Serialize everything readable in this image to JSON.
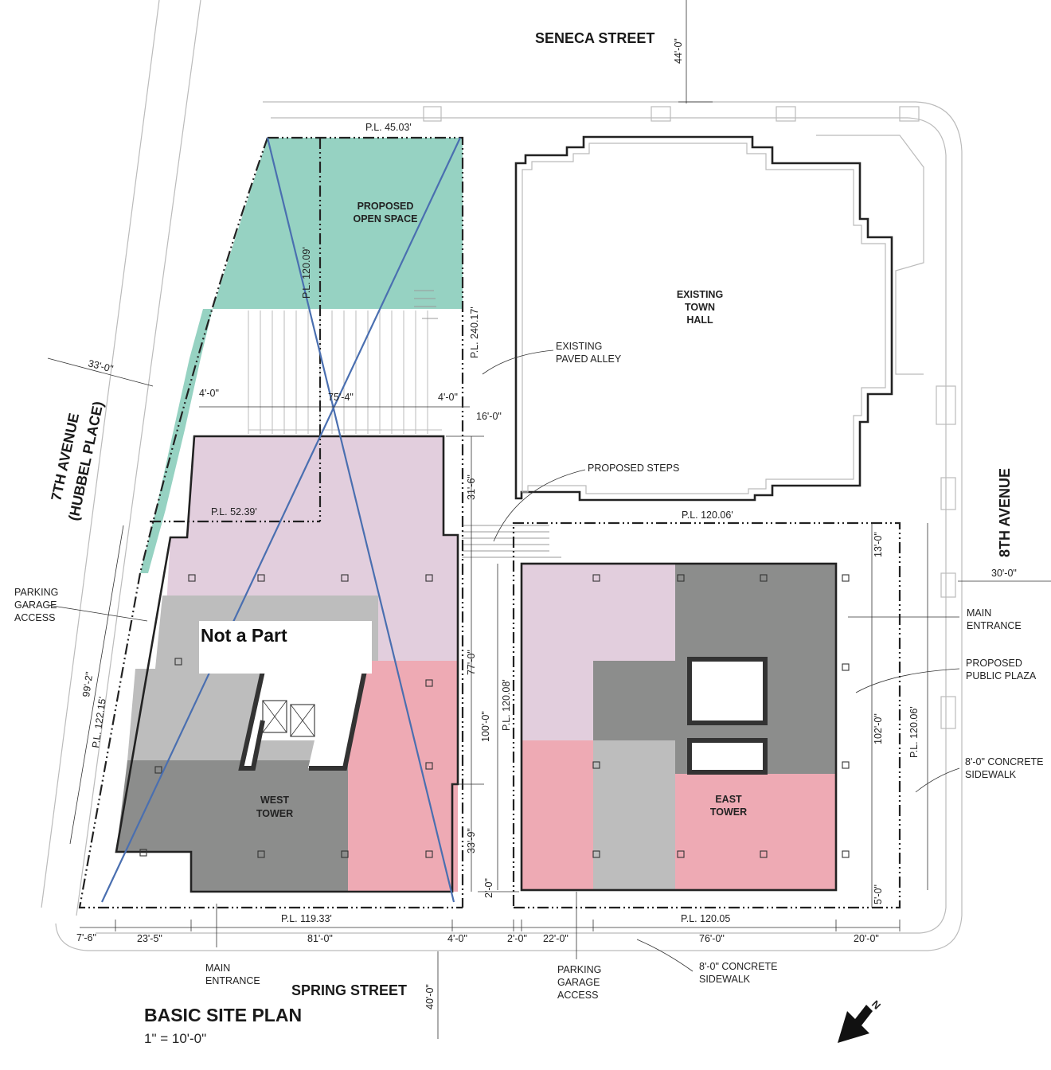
{
  "title": "BASIC SITE PLAN",
  "scale": "1\" = 10'-0\"",
  "streets": {
    "north": "SENECA STREET",
    "south": "SPRING STREET",
    "west_line1": "7TH AVENUE",
    "west_line2": "(HUBBEL PLACE)",
    "east": "8TH AVENUE"
  },
  "areas": {
    "open_space_1": "PROPOSED",
    "open_space_2": "OPEN SPACE",
    "town_hall_1": "EXISTING",
    "town_hall_2": "TOWN",
    "town_hall_3": "HALL",
    "west_tower_1": "WEST",
    "west_tower_2": "TOWER",
    "east_tower_1": "EAST",
    "east_tower_2": "TOWER",
    "not_a_part": "Not a Part"
  },
  "callouts": {
    "alley_1": "EXISTING",
    "alley_2": "PAVED ALLEY",
    "steps": "PROPOSED STEPS",
    "garage_w_1": "PARKING",
    "garage_w_2": "GARAGE",
    "garage_w_3": "ACCESS",
    "main_entrance_e_1": "MAIN",
    "main_entrance_e_2": "ENTRANCE",
    "plaza_1": "PROPOSED",
    "plaza_2": "PUBLIC PLAZA",
    "sidewalk_e_1": "8'-0\" CONCRETE",
    "sidewalk_e_2": "SIDEWALK",
    "main_entrance_s_1": "MAIN",
    "main_entrance_s_2": "ENTRANCE",
    "garage_s_1": "PARKING",
    "garage_s_2": "GARAGE",
    "garage_s_3": "ACCESS",
    "sidewalk_s_1": "8'-0\" CONCRETE",
    "sidewalk_s_2": "SIDEWALK"
  },
  "property_lines": {
    "north_top": "P.L. 45.03'",
    "open_space_vertical": "P.L. 120.09'",
    "alley_vertical": "P.L. 240.17'",
    "west_tower_top": "P.L. 52.39'",
    "east_top": "P.L. 120.06'",
    "west_side": "P.L. 122.15'",
    "east_tower_left": "P.L. 120.08'",
    "east_side": "P.L. 120.06'",
    "west_bottom": "P.L. 119.33'",
    "east_bottom": "P.L. 120.05"
  },
  "dimensions": {
    "seneca": "44'-0\"",
    "seventh_ave": "33'-0\"",
    "eighth_ave": "30'-0\"",
    "spring": "40'-0\"",
    "w_4a": "4'-0\"",
    "w_75": "75'-4\"",
    "w_4b": "4'-0\"",
    "alley_16": "16'-0\"",
    "v_31": "31'-6\"",
    "v_77": "77'-0\"",
    "v_33": "33'-9\"",
    "v_2": "2'-0\"",
    "v_99": "99'-2\"",
    "v_100": "100'-0\"",
    "v_102": "102'-0\"",
    "v_13": "13'-0\"",
    "v_5": "5'-0\"",
    "b_7": "7'-6\"",
    "b_23": "23'-5\"",
    "b_81": "81'-0\"",
    "b_4": "4'-0\"",
    "b_2": "2'-0\"",
    "b_22": "22'-0\"",
    "b_76": "76'-0\"",
    "b_20": "20'-0\""
  },
  "north_arrow": "N",
  "colors": {
    "open_space": "#96d2c2",
    "lilac": "#e2cedd",
    "pink": "#eeaab4",
    "dark_gray": "#8c8d8c",
    "light_gray": "#bdbdbd",
    "not_part_line": "#4a6fb0"
  }
}
